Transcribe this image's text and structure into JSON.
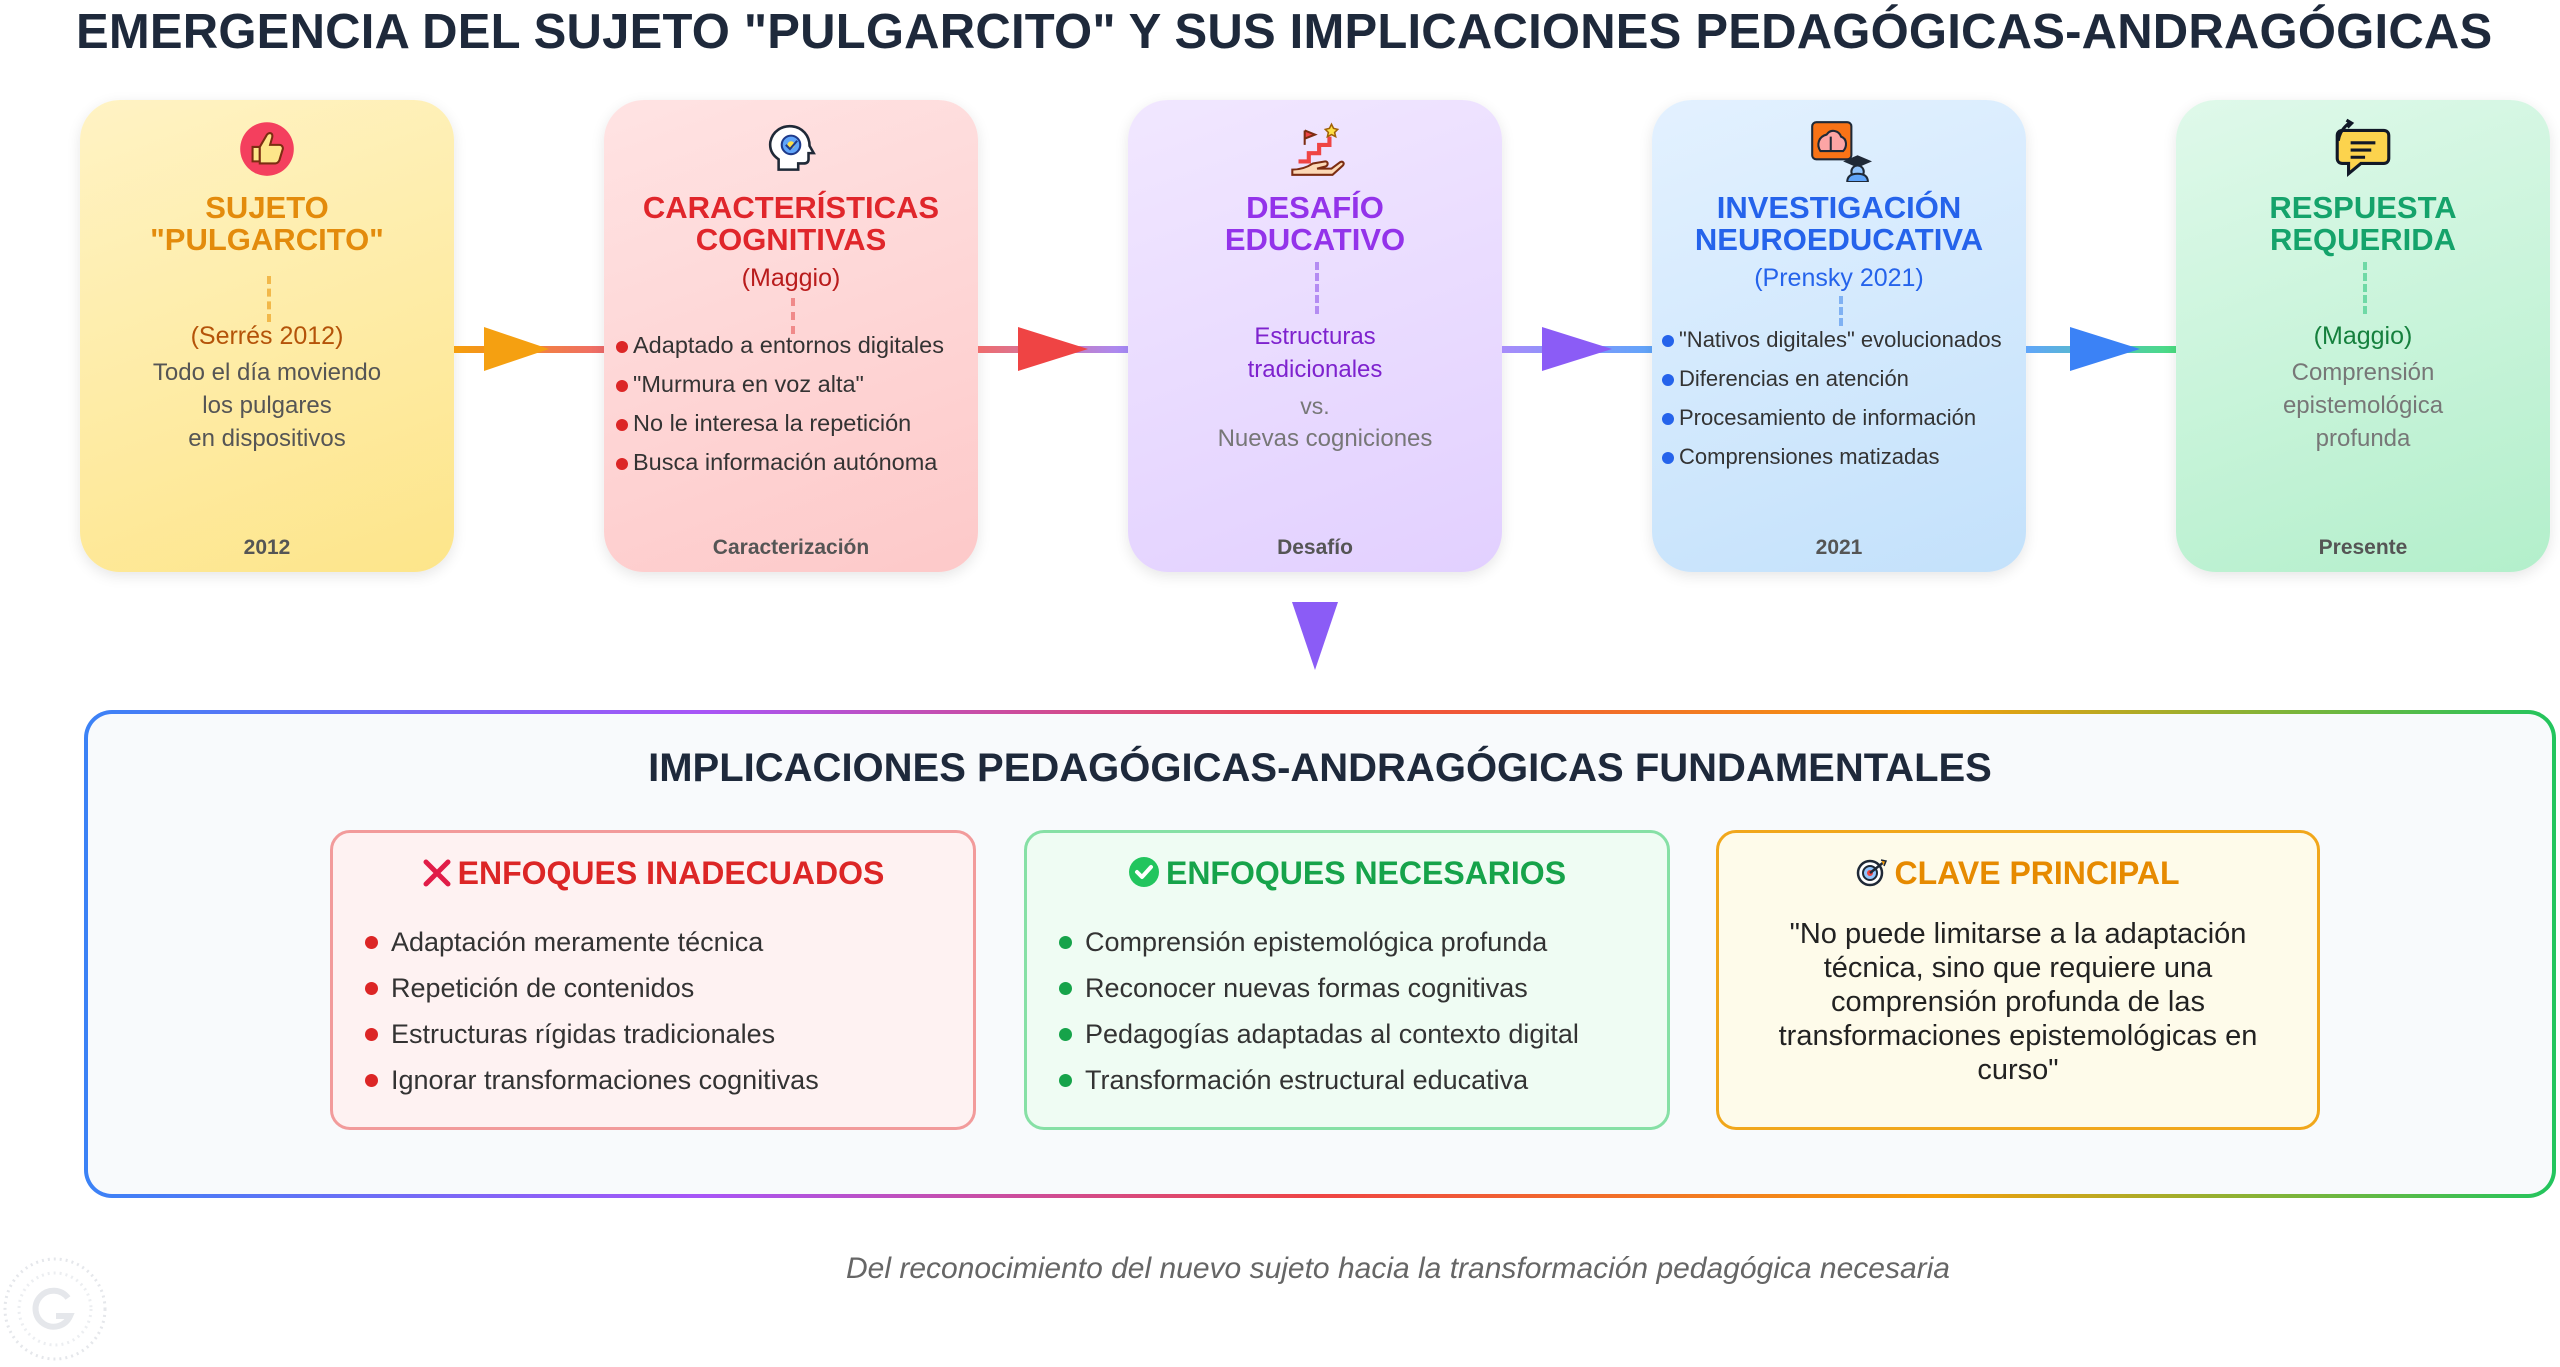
{
  "title": "EMERGENCIA DEL SUJETO \"PULGARCITO\" Y SUS IMPLICACIONES PEDAGÓGICAS-ANDRAGÓGICAS",
  "stages": [
    {
      "title_line1": "SUJETO",
      "title_line2": "\"PULGARCITO\"",
      "source": "(Serrés 2012)",
      "desc_lines": [
        "Todo el día moviendo",
        "los pulgares",
        "en dispositivos"
      ],
      "footer": "2012",
      "icon": "thumbs-up-icon"
    },
    {
      "title_line1": "CARACTERÍSTICAS",
      "title_line2": "COGNITIVAS",
      "source": "(Maggio)",
      "bullets": [
        "Adaptado a entornos digitales",
        "\"Murmura en voz alta\"",
        "No le interesa la repetición",
        "Busca información autónoma"
      ],
      "footer": "Caracterización",
      "icon": "brain-gear-icon"
    },
    {
      "title_line1": "DESAFÍO",
      "title_line2": "EDUCATIVO",
      "desc_line1": "Estructuras",
      "desc_line2": "tradicionales",
      "vs": "vs.",
      "desc_line3": "Nuevas cogniciones",
      "footer": "Desafío",
      "icon": "stairs-hand-icon"
    },
    {
      "title_line1": "INVESTIGACIÓN",
      "title_line2": "NEUROEDUCATIVA",
      "source": "(Prensky 2021)",
      "bullets": [
        "\"Nativos digitales\" evolucionados",
        "Diferencias en atención",
        "Procesamiento de información",
        "Comprensiones matizadas"
      ],
      "footer": "2021",
      "icon": "brain-graduate-icon"
    },
    {
      "title_line1": "RESPUESTA",
      "title_line2": "REQUERIDA",
      "source": "(Maggio)",
      "desc_lines": [
        "Comprensión",
        "epistemológica",
        "profunda"
      ],
      "footer": "Presente",
      "icon": "chat-refresh-icon"
    }
  ],
  "implications": {
    "title": "IMPLICACIONES PEDAGÓGICAS-ANDRAGÓGICAS FUNDAMENTALES",
    "inadequate": {
      "heading": "ENFOQUES INADECUADOS",
      "items": [
        "Adaptación meramente técnica",
        "Repetición de contenidos",
        "Estructuras rígidas tradicionales",
        "Ignorar transformaciones cognitivas"
      ]
    },
    "necessary": {
      "heading": "ENFOQUES NECESARIOS",
      "items": [
        "Comprensión epistemológica profunda",
        "Reconocer nuevas formas cognitivas",
        "Pedagogías adaptadas al contexto digital",
        "Transformación estructural educativa"
      ]
    },
    "key": {
      "heading": "CLAVE PRINCIPAL",
      "quote": "\"No puede limitarse a la adaptación técnica, sino que requiere una comprensión profunda de las transformaciones epistemológicas en curso\""
    }
  },
  "caption": "Del reconocimiento del nuevo sujeto hacia la transformación pedagógica necesaria",
  "colors": {
    "stage1": "#e38b0c",
    "stage2": "#e0262b",
    "stage3": "#9333ea",
    "stage4": "#2563eb",
    "stage5": "#15a36b",
    "inadequate": "#dc2626",
    "necessary": "#16a34a",
    "key": "#e68a00"
  }
}
